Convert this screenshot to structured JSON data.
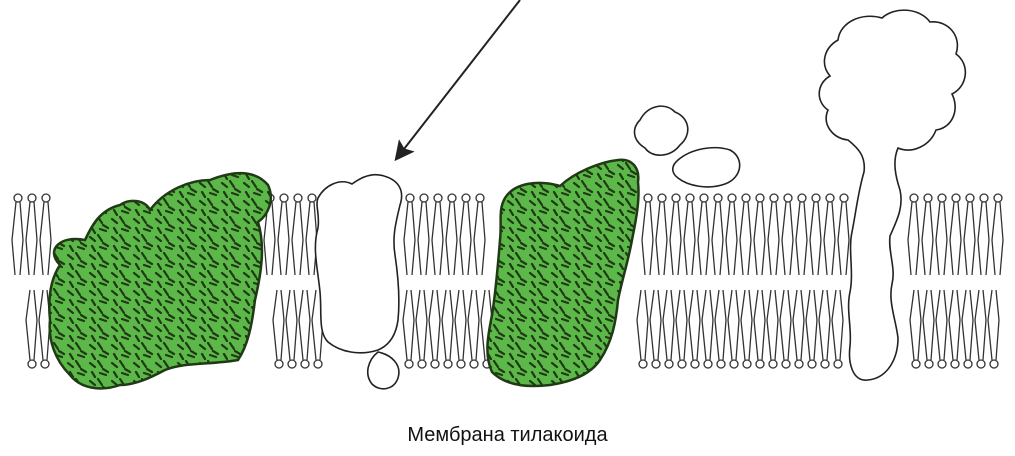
{
  "caption": "Мембрана тилакоида",
  "colors": {
    "background": "#ffffff",
    "line": "#333333",
    "protein_green": "#5cb848",
    "protein_dark_mottle": "#1f3a14",
    "protein_white": "#ffffff"
  },
  "elements": {
    "lipid_bilayer": "phospholipid-bilayer",
    "proteins": [
      {
        "name": "photosystem-complex-left",
        "fill": "green"
      },
      {
        "name": "cytochrome-complex",
        "fill": "white"
      },
      {
        "name": "photosystem-complex-right",
        "fill": "green"
      },
      {
        "name": "atp-synthase",
        "fill": "white"
      }
    ],
    "arrow": "pointer-arrow"
  }
}
